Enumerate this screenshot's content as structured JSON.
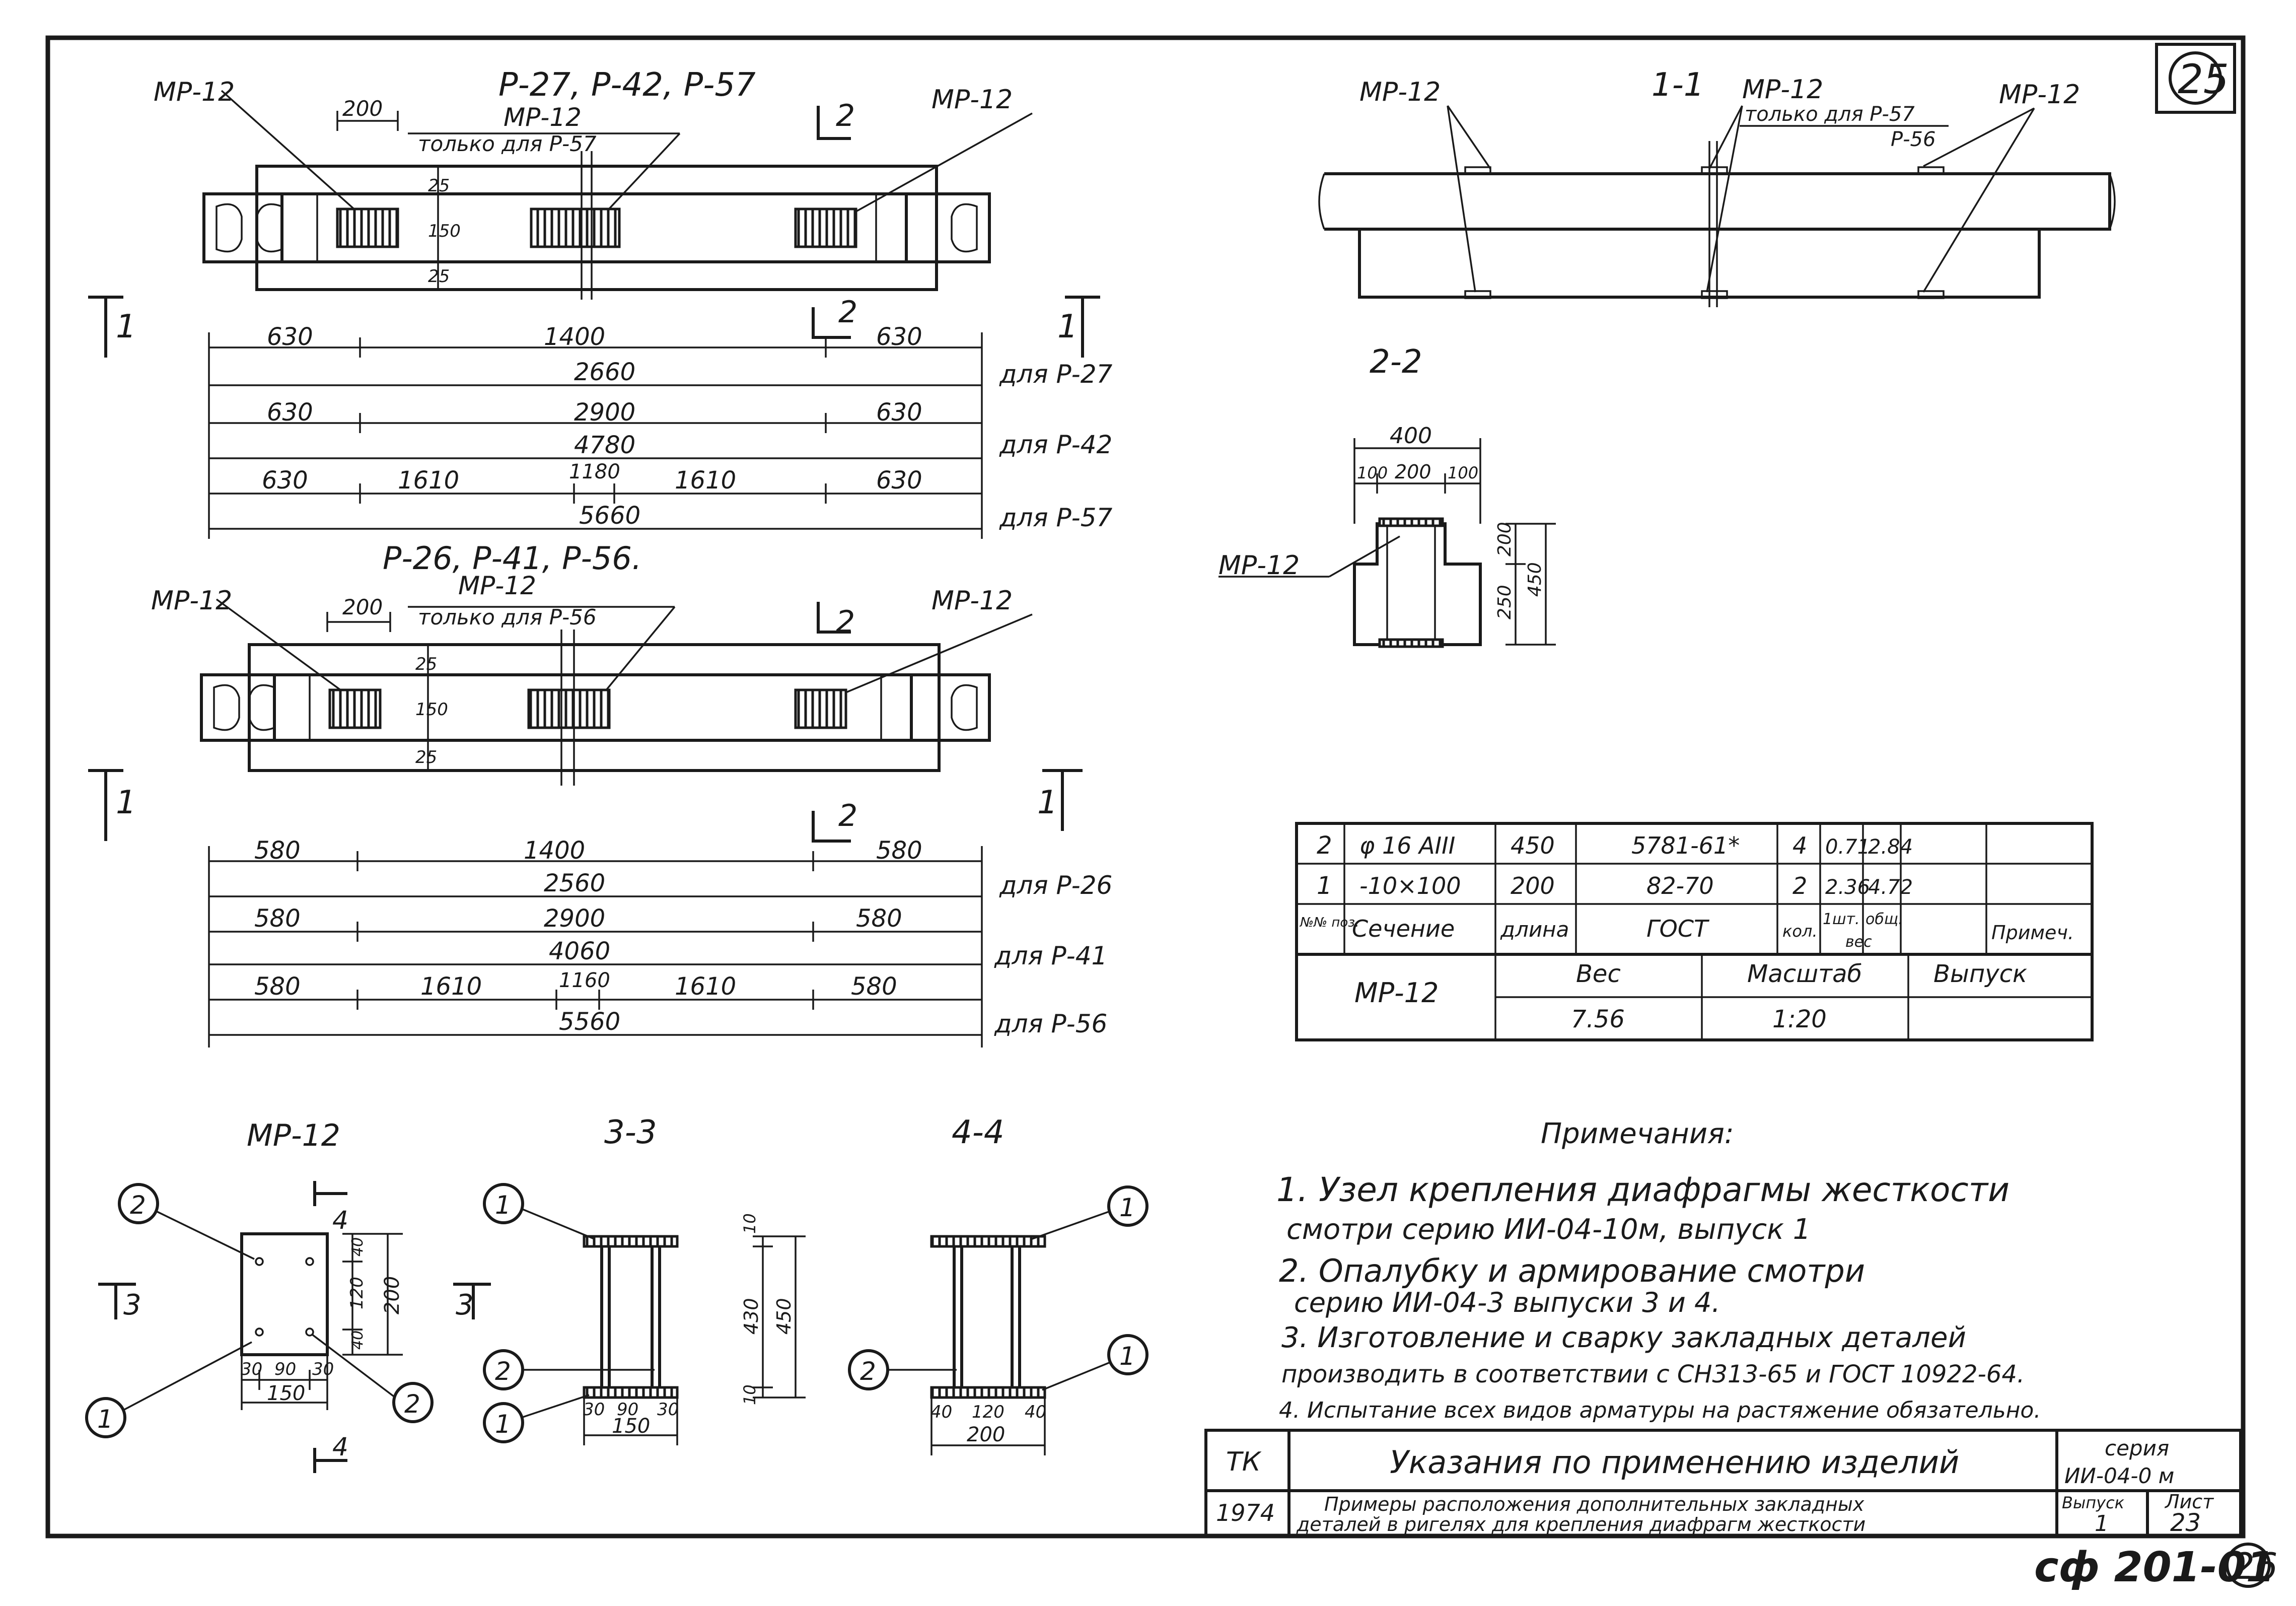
{
  "sheet": {
    "page_number_top": "25",
    "page_number_bottom": "26",
    "archive_code": "сф 201-01"
  },
  "plan_top": {
    "title": "Р-27, Р-42, Р-57",
    "label_left": "МР-12",
    "label_right": "МР-12",
    "label_mid": "МР-12",
    "label_mid_note": "только для Р-57",
    "dim_200": "200",
    "dim_25a": "25",
    "dim_150": "150",
    "dim_25b": "25",
    "section_1": "1",
    "section_2": "2",
    "dims": {
      "r1_a": "630",
      "r1_b": "1400",
      "r1_c": "630",
      "r2_total": "2660",
      "r2_for": "для Р-27",
      "r3_a": "630",
      "r3_b": "2900",
      "r3_c": "630",
      "r4_total": "4780",
      "r4_for": "для Р-42",
      "r5_a": "630",
      "r5_b": "1610",
      "r5_c": "1180",
      "r5_d": "1610",
      "r5_e": "630",
      "r6_total": "5660",
      "r6_for": "для Р-57"
    }
  },
  "plan_bottom": {
    "title": "Р-26, Р-41, Р-56.",
    "label_left": "МР-12",
    "label_right": "МР-12",
    "label_mid": "МР-12",
    "label_mid_note": "только для Р-56",
    "dim_200": "200",
    "dim_25a": "25",
    "dim_150": "150",
    "dim_25b": "25",
    "section_1": "1",
    "section_2": "2",
    "dims": {
      "r1_a": "580",
      "r1_b": "1400",
      "r1_c": "580",
      "r2_total": "2560",
      "r2_for": "для Р-26",
      "r3_a": "580",
      "r3_b": "2900",
      "r3_c": "580",
      "r4_total": "4060",
      "r4_for": "для Р-41",
      "r5_a": "580",
      "r5_b": "1610",
      "r5_c": "1160",
      "r5_d": "1610",
      "r5_e": "580",
      "r6_total": "5560",
      "r6_for": "для Р-56"
    }
  },
  "section_1_1": {
    "title": "1-1",
    "label_left": "МР-12",
    "label_mid": "МР-12",
    "label_mid_note": "только для Р-57",
    "label_mid_note2": "Р-56",
    "label_right": "МР-12"
  },
  "section_2_2": {
    "title": "2-2",
    "label": "МР-12",
    "dim_400": "400",
    "dim_100a": "100",
    "dim_200": "200",
    "dim_100b": "100",
    "dim_250": "250",
    "dim_200v": "200",
    "dim_450": "450"
  },
  "detail_mp12": {
    "title": "МР-12",
    "callout_2a": "2",
    "callout_1": "1",
    "callout_2b": "2",
    "section_4_top": "4",
    "section_4_bottom": "4",
    "section_3": "3",
    "dim_40a": "40",
    "dim_120": "120",
    "dim_40b": "40",
    "dim_200": "200",
    "dim_30a": "30",
    "dim_90": "90",
    "dim_30b": "30",
    "dim_150": "150"
  },
  "section_3_3": {
    "title": "3-3",
    "callout_1a": "1",
    "callout_2": "2",
    "callout_1b": "1",
    "dim_30a": "30",
    "dim_90": "90",
    "dim_30b": "30",
    "dim_150": "150",
    "dim_10a": "10",
    "dim_430": "430",
    "dim_450": "450",
    "dim_10b": "10"
  },
  "section_4_4": {
    "title": "4-4",
    "callout_1a": "1",
    "callout_2": "2",
    "callout_1b": "1",
    "dim_40a": "40",
    "dim_120": "120",
    "dim_40b": "40",
    "dim_200": "200"
  },
  "spec_table": {
    "rows": [
      {
        "pos": "2",
        "section": "φ 16 АIII",
        "length": "450",
        "gost": "5781-61*",
        "qty": "4",
        "w1": "0.71",
        "wt": "2.84",
        "note": ""
      },
      {
        "pos": "1",
        "section": "-10×100",
        "length": "200",
        "gost": "82-70",
        "qty": "2",
        "w1": "2.36",
        "wt": "4.72",
        "note": ""
      }
    ],
    "header": {
      "pos": "№№ поз.",
      "section": "Сечение",
      "length": "длина",
      "gost": "ГОСТ",
      "qty": "кол.",
      "w1": "1шт.",
      "wt": "общ.",
      "weight": "вес",
      "note": "Примеч."
    },
    "footer": {
      "mark": "МР-12",
      "weight_label": "Вес",
      "scale_label": "Масштаб",
      "issue_label": "Выпуск",
      "weight": "7.56",
      "scale": "1:20"
    }
  },
  "notes": {
    "title": "Примечания:",
    "items": [
      "1. Узел крепления диафрагмы жесткости",
      "смотри серию ИИ-04-10м, выпуск 1",
      "2. Опалубку и армирование смотри",
      "серию ИИ-04-3 выпуски 3 и 4.",
      "3. Изготовление и сварку закладных деталей",
      "производить в соответствии с СН313-65 и ГОСТ 10922-64.",
      "4. Испытание всех видов арматуры на растяжение обязательно."
    ]
  },
  "title_block": {
    "org": "ТК",
    "year": "1974",
    "title": "Указания по применению изделий",
    "subtitle_1": "Примеры расположения дополнительных закладных",
    "subtitle_2": "деталей в ригелях для крепления диафрагм жесткости",
    "series_label": "серия",
    "series": "ИИ-04-0 м",
    "issue_label": "Выпуск",
    "issue": "1",
    "sheet_label": "Лист",
    "sheet": "23"
  }
}
